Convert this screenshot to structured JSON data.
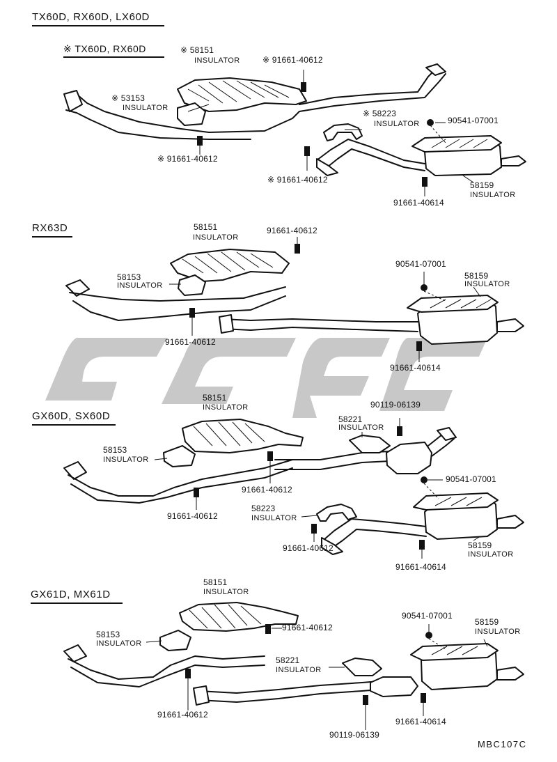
{
  "watermark": {
    "color": "#c8c8c8"
  },
  "diagram_code": "MBC107C",
  "sections": [
    {
      "title": "TX60D, RX60D, LX60D",
      "subtitle": "※ TX60D, RX60D",
      "labels": [
        {
          "part": "※ 58151",
          "name": "INSULATOR"
        },
        {
          "part": "※ 91661-40612"
        },
        {
          "part": "※ 53153",
          "name": "INSULATOR"
        },
        {
          "part": "※ 58223",
          "name": "INSULATOR"
        },
        {
          "part": "90541-07001"
        },
        {
          "part": "※ 91661-40612"
        },
        {
          "part": "※ 91661-40612"
        },
        {
          "part": "58159",
          "name": "INSULATOR"
        },
        {
          "part": "91661-40614"
        }
      ]
    },
    {
      "title": "RX63D",
      "labels": [
        {
          "part": "58151",
          "name": "INSULATOR"
        },
        {
          "part": "91661-40612"
        },
        {
          "part": "58153",
          "name": "INSULATOR"
        },
        {
          "part": "90541-07001"
        },
        {
          "part": "58159",
          "name": "INSULATOR"
        },
        {
          "part": "91661-40612"
        },
        {
          "part": "91661-40614"
        }
      ]
    },
    {
      "title": "GX60D, SX60D",
      "labels": [
        {
          "part": "58151",
          "name": "INSULATOR"
        },
        {
          "part": "90119-06139"
        },
        {
          "part": "58221",
          "name": "INSULATOR"
        },
        {
          "part": "58153",
          "name": "INSULATOR"
        },
        {
          "part": "90541-07001"
        },
        {
          "part": "91661-40612"
        },
        {
          "part": "58223",
          "name": "INSULATOR"
        },
        {
          "part": "91661-40612"
        },
        {
          "part": "91661-40612"
        },
        {
          "part": "58159",
          "name": "INSULATOR"
        },
        {
          "part": "91661-40614"
        }
      ]
    },
    {
      "title": "GX61D,  MX61D",
      "labels": [
        {
          "part": "58151",
          "name": "INSULATOR"
        },
        {
          "part": "90541-07001"
        },
        {
          "part": "58159",
          "name": "INSULATOR"
        },
        {
          "part": "58153",
          "name": "INSULATOR"
        },
        {
          "part": "91661-40612"
        },
        {
          "part": "58221",
          "name": "INSULATOR"
        },
        {
          "part": "91661-40612"
        },
        {
          "part": "91661-40614"
        },
        {
          "part": "90119-06139"
        }
      ]
    }
  ]
}
